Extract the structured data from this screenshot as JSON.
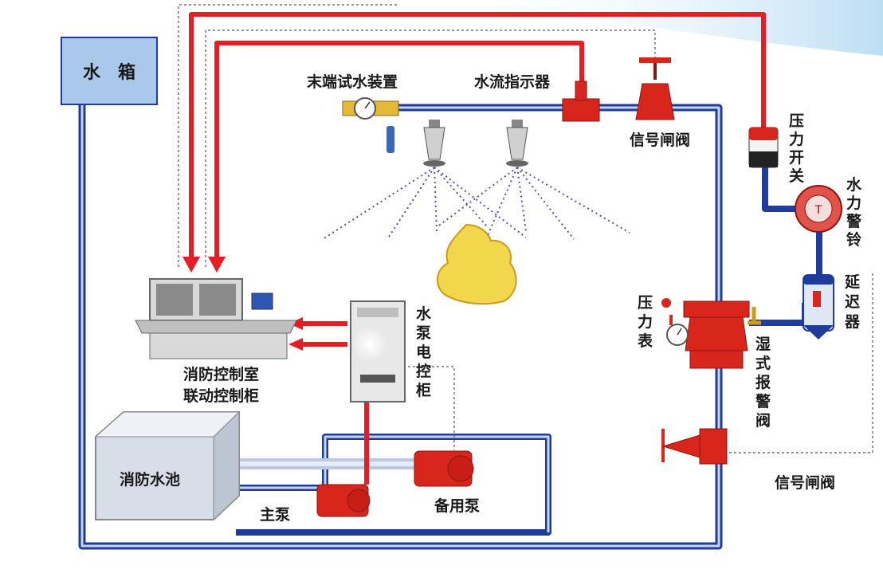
{
  "labels": {
    "water_tank": "水　箱",
    "end_test_device": "末端试水装置",
    "flow_indicator": "水流指示器",
    "signal_valve_top": "信号闸阀",
    "pressure_switch": [
      "压",
      "力",
      "开",
      "关"
    ],
    "water_alarm_bell": [
      "水",
      "力",
      "警",
      "铃"
    ],
    "delay_device": [
      "延",
      "迟",
      "器"
    ],
    "pressure_gauge": [
      "压",
      "力",
      "表"
    ],
    "wet_alarm_valve": [
      "湿",
      "式",
      "报",
      "警",
      "阀"
    ],
    "pump_control_cabinet": [
      "水",
      "泵",
      "电",
      "控",
      "柜"
    ],
    "control_room_line1": "消防控制室",
    "control_room_line2": "联动控制柜",
    "fire_pool": "消防水池",
    "main_pump": "主泵",
    "backup_pump": "备用泵",
    "signal_valve_bottom": "信号闸阀"
  },
  "colors": {
    "pipe_blue": "#1f3c9a",
    "pipe_light": "#c9d6ee",
    "signal_red": "#e31e24",
    "equipment_red": "#d9261c",
    "tank_fill": "#a9c8ea",
    "fire_yellow": "#f2d64b",
    "sky_blue": "#9fd0ef"
  }
}
